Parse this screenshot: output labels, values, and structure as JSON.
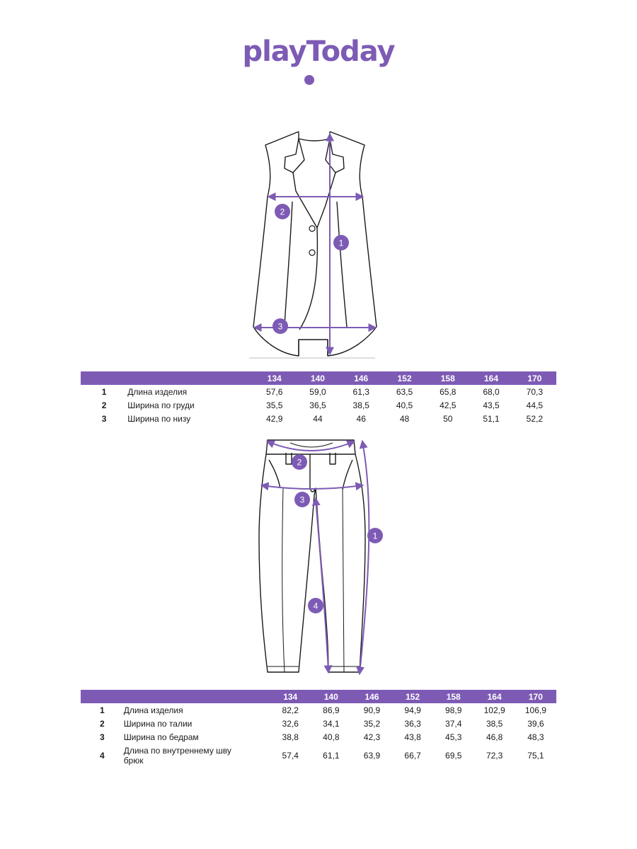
{
  "brand": {
    "logo_text": "playToday",
    "color": "#7d5bb5"
  },
  "vest": {
    "markers": [
      "1",
      "2",
      "3"
    ],
    "table": {
      "headers": [
        "",
        "",
        "134",
        "140",
        "146",
        "152",
        "158",
        "164",
        "170"
      ],
      "rows": [
        {
          "num": "1",
          "label": "Длина изделия",
          "values": [
            "57,6",
            "59,0",
            "61,3",
            "63,5",
            "65,8",
            "68,0",
            "70,3"
          ]
        },
        {
          "num": "2",
          "label": "Ширина по груди",
          "values": [
            "35,5",
            "36,5",
            "38,5",
            "40,5",
            "42,5",
            "43,5",
            "44,5"
          ]
        },
        {
          "num": "3",
          "label": "Ширина по низу",
          "values": [
            "42,9",
            "44",
            "46",
            "48",
            "50",
            "51,1",
            "52,2"
          ]
        }
      ]
    }
  },
  "trousers": {
    "markers": [
      "1",
      "2",
      "3",
      "4"
    ],
    "table": {
      "headers": [
        "",
        "",
        "134",
        "140",
        "146",
        "152",
        "158",
        "164",
        "170"
      ],
      "rows": [
        {
          "num": "1",
          "label": "Длина изделия",
          "values": [
            "82,2",
            "86,9",
            "90,9",
            "94,9",
            "98,9",
            "102,9",
            "106,9"
          ]
        },
        {
          "num": "2",
          "label": "Ширина по талии",
          "values": [
            "32,6",
            "34,1",
            "35,2",
            "36,3",
            "37,4",
            "38,5",
            "39,6"
          ]
        },
        {
          "num": "3",
          "label": "Ширина по бедрам",
          "values": [
            "38,8",
            "40,8",
            "42,3",
            "43,8",
            "45,3",
            "46,8",
            "48,3"
          ]
        },
        {
          "num": "4",
          "label": "Длина по внутреннему шву брюк",
          "values": [
            "57,4",
            "61,1",
            "63,9",
            "66,7",
            "69,5",
            "72,3",
            "75,1"
          ]
        }
      ]
    }
  }
}
